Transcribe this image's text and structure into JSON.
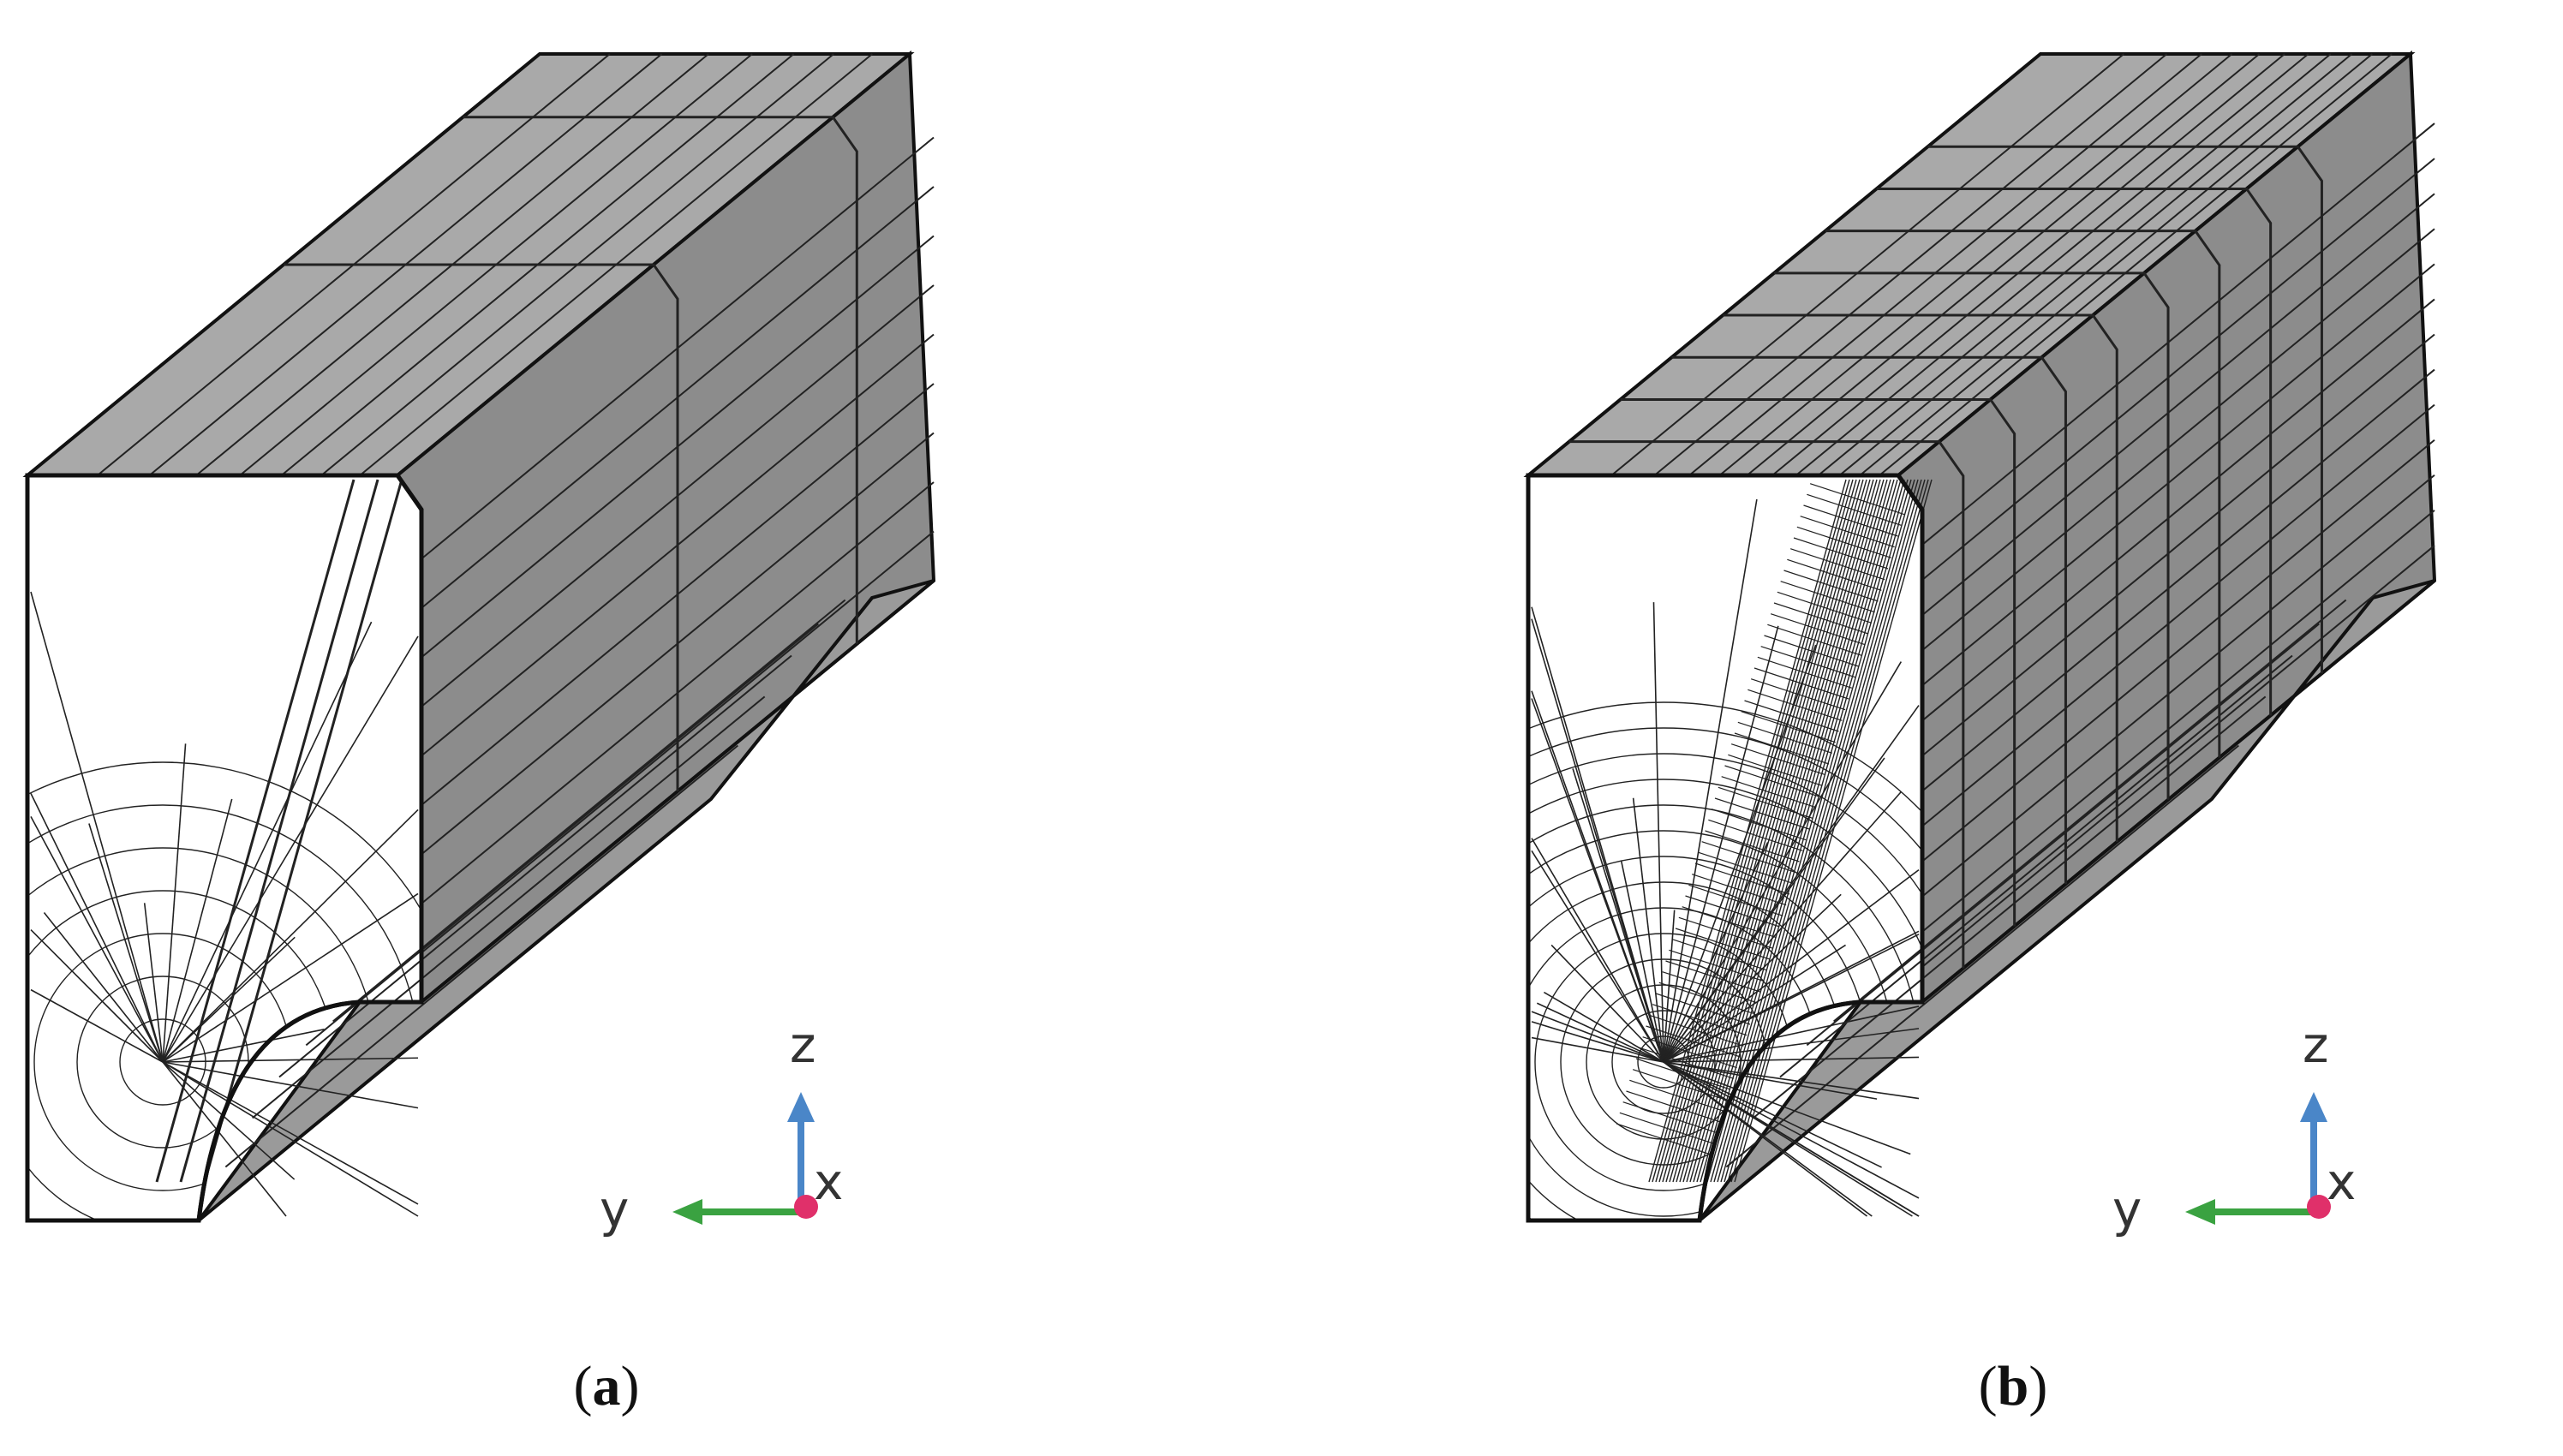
{
  "figure": {
    "panels": [
      {
        "id": "a",
        "caption_open": "(",
        "caption_letter": "a",
        "caption_close": ")",
        "mesh": "coarse",
        "triad": {
          "z_label": "z",
          "y_label": "y",
          "x_label": "x"
        }
      },
      {
        "id": "b",
        "caption_open": "(",
        "caption_letter": "b",
        "caption_close": ")",
        "mesh": "refined",
        "triad": {
          "z_label": "z",
          "y_label": "y",
          "x_label": "x"
        }
      }
    ],
    "colors": {
      "face_front": "#ffffff",
      "face_top": "#a9a9a9",
      "face_side": "#8c8c8c",
      "face_fillet": "#9a9a9a",
      "edge": "#111111",
      "mesh_line": "#222222",
      "axis_z": "#4a86c8",
      "axis_y": "#3aa241",
      "axis_x": "#e0306a"
    }
  }
}
